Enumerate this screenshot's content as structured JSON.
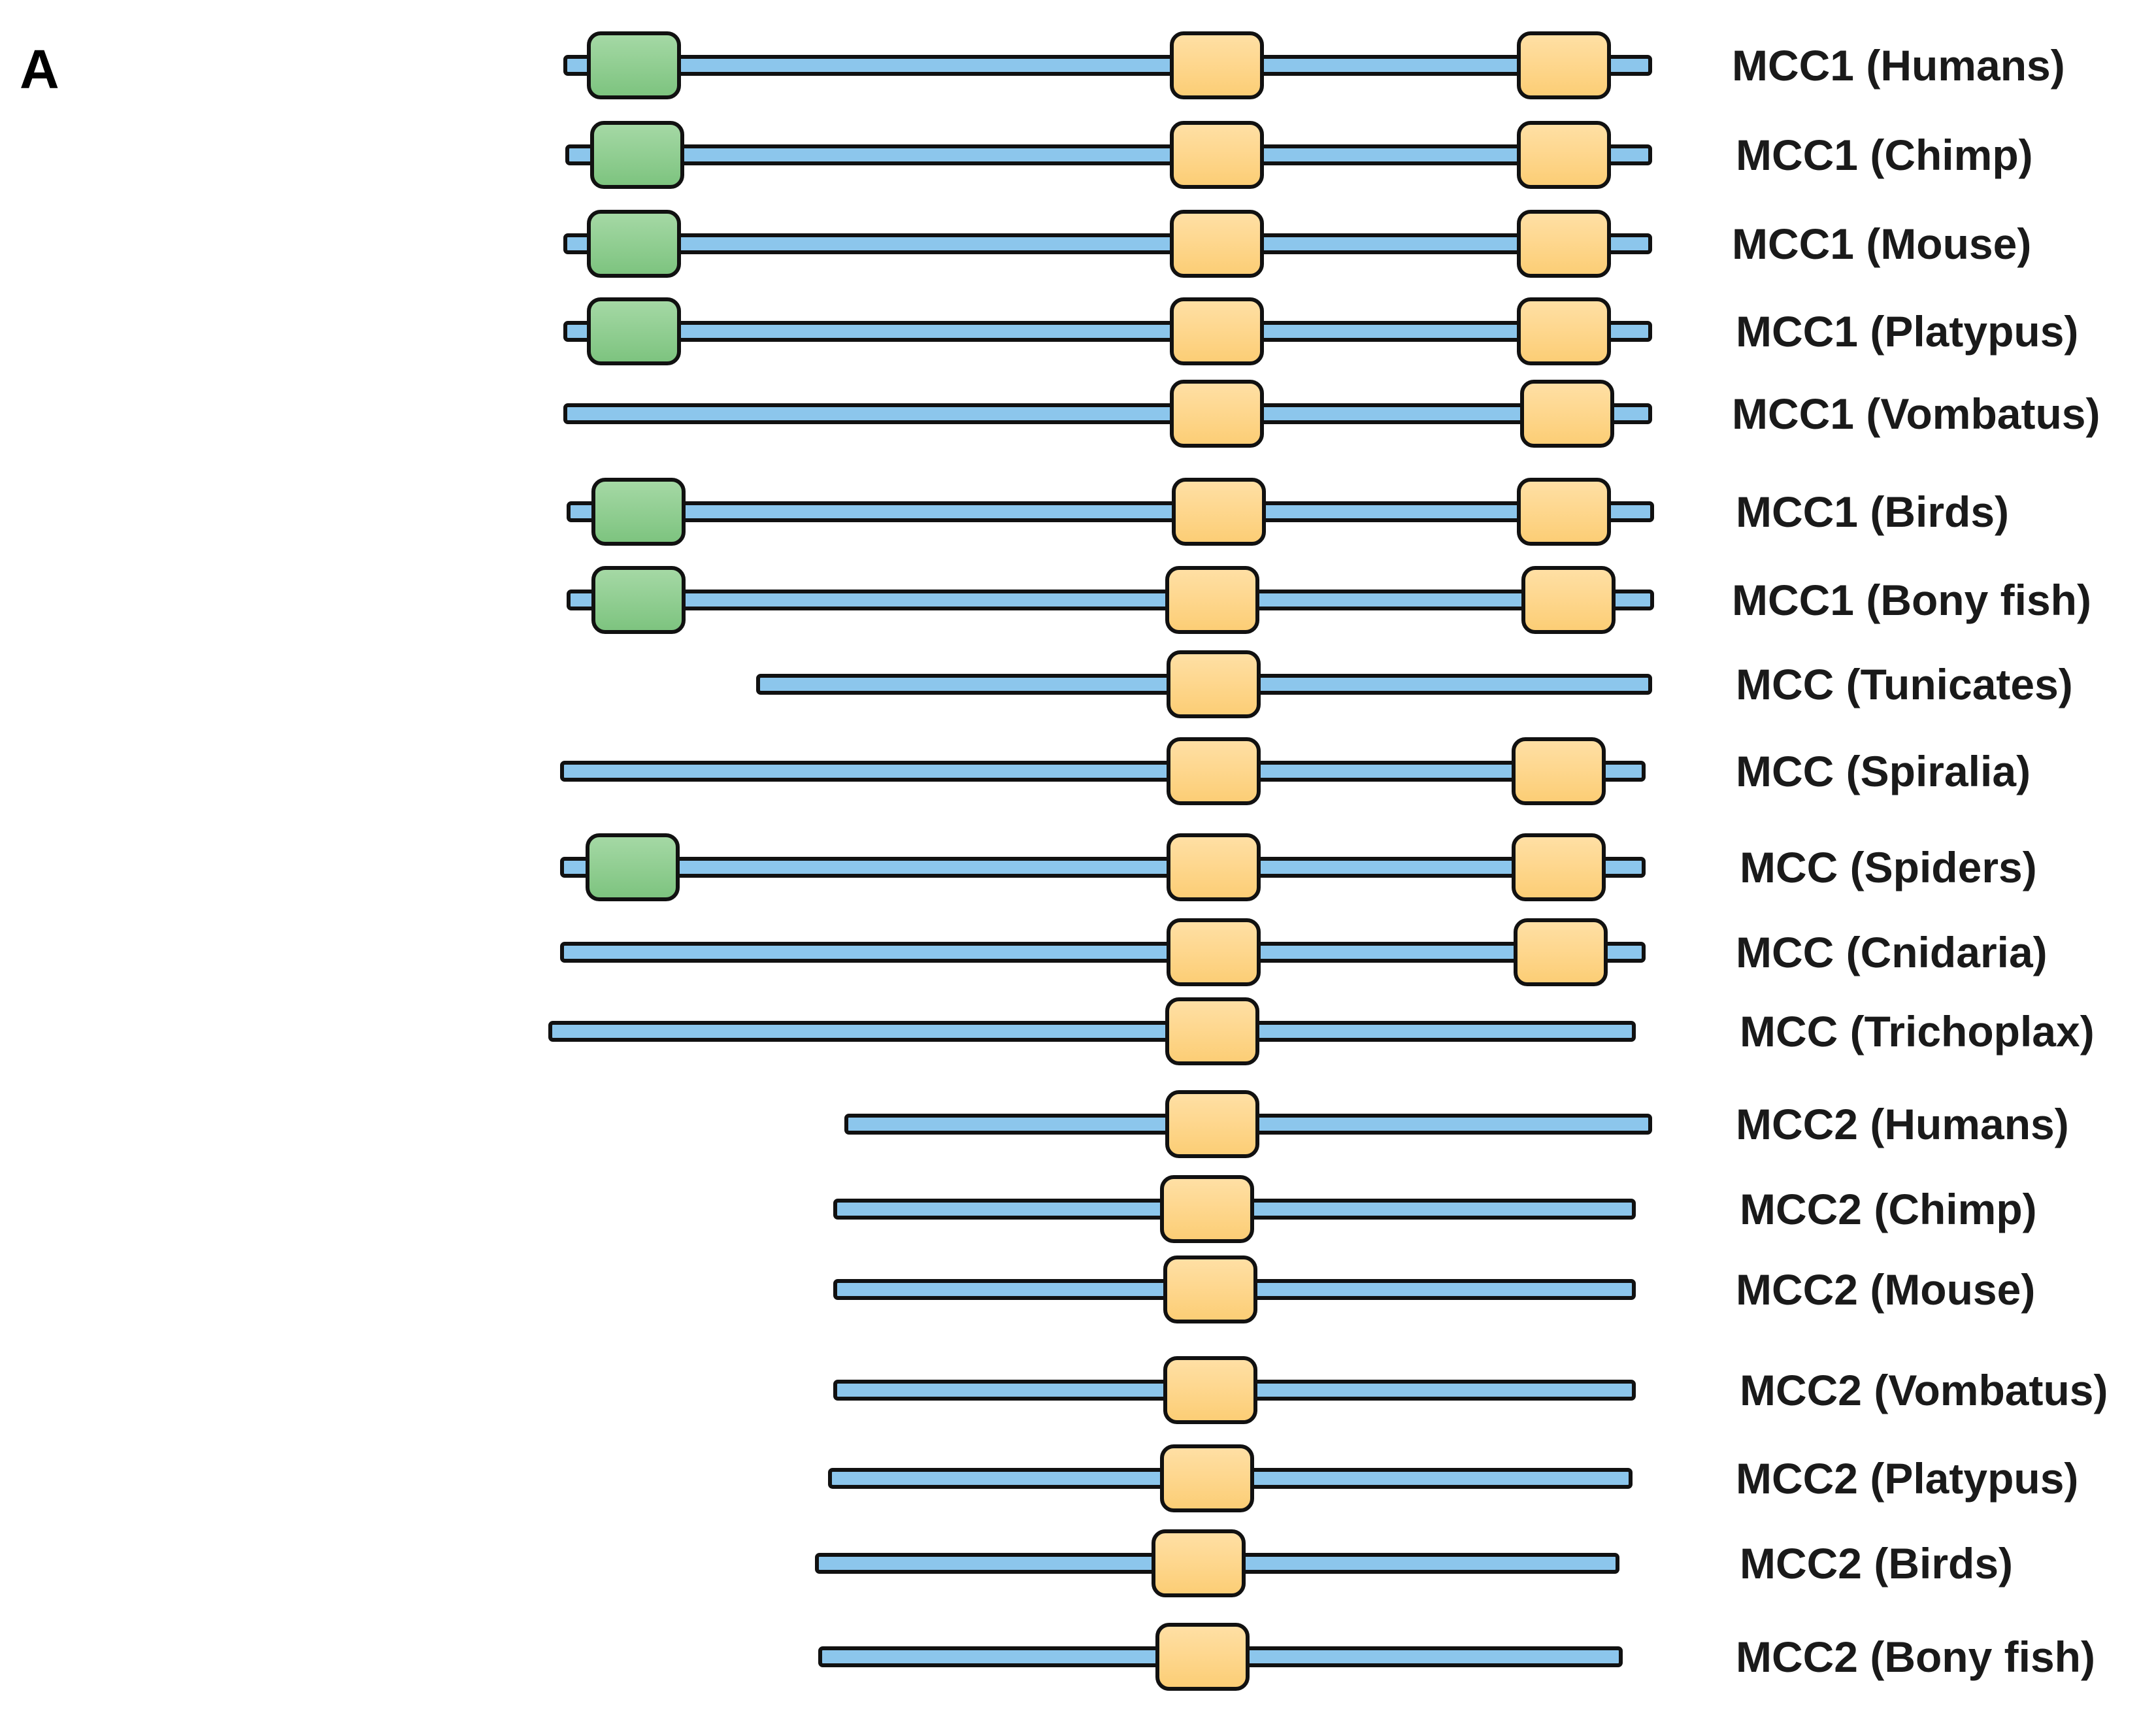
{
  "panel_label": "A",
  "colors": {
    "backbone": "#8cc6ec",
    "domain_n": "#8fcf8f",
    "domain_cc": "#fdd487",
    "outline": "#111111",
    "text": "#1a1a1a"
  },
  "legend": [],
  "rows": [
    {
      "label": "MCC1 (Humans)",
      "domains": [
        "green",
        "orange",
        "orange"
      ]
    },
    {
      "label": "MCC1 (Chimp)",
      "domains": [
        "green",
        "orange",
        "orange"
      ]
    },
    {
      "label": "MCC1 (Mouse)",
      "domains": [
        "green",
        "orange",
        "orange"
      ]
    },
    {
      "label": "MCC1 (Platypus)",
      "domains": [
        "green",
        "orange",
        "orange"
      ]
    },
    {
      "label": "MCC1 (Vombatus)",
      "domains": [
        "orange",
        "orange"
      ]
    },
    {
      "label": "MCC1 (Birds)",
      "domains": [
        "green",
        "orange",
        "orange"
      ]
    },
    {
      "label": "MCC1 (Bony fish)",
      "domains": [
        "green",
        "orange",
        "orange"
      ]
    },
    {
      "label": "MCC (Tunicates)",
      "domains": [
        "orange"
      ]
    },
    {
      "label": "MCC (Spiralia)",
      "domains": [
        "orange",
        "orange"
      ]
    },
    {
      "label": "MCC (Spiders)",
      "domains": [
        "green",
        "orange",
        "orange"
      ]
    },
    {
      "label": "MCC (Cnidaria)",
      "domains": [
        "orange",
        "orange"
      ]
    },
    {
      "label": "MCC (Trichoplax)",
      "domains": [
        "orange"
      ]
    },
    {
      "label": "MCC2 (Humans)",
      "domains": [
        "orange"
      ]
    },
    {
      "label": "MCC2 (Chimp)",
      "domains": [
        "orange"
      ]
    },
    {
      "label": "MCC2 (Mouse)",
      "domains": [
        "orange"
      ]
    },
    {
      "label": "MCC2 (Vombatus)",
      "domains": [
        "orange"
      ]
    },
    {
      "label": "MCC2 (Platypus)",
      "domains": [
        "orange"
      ]
    },
    {
      "label": "MCC2 (Birds)",
      "domains": [
        "orange"
      ]
    },
    {
      "label": "MCC2 (Bony fish)",
      "domains": [
        "orange"
      ]
    }
  ]
}
